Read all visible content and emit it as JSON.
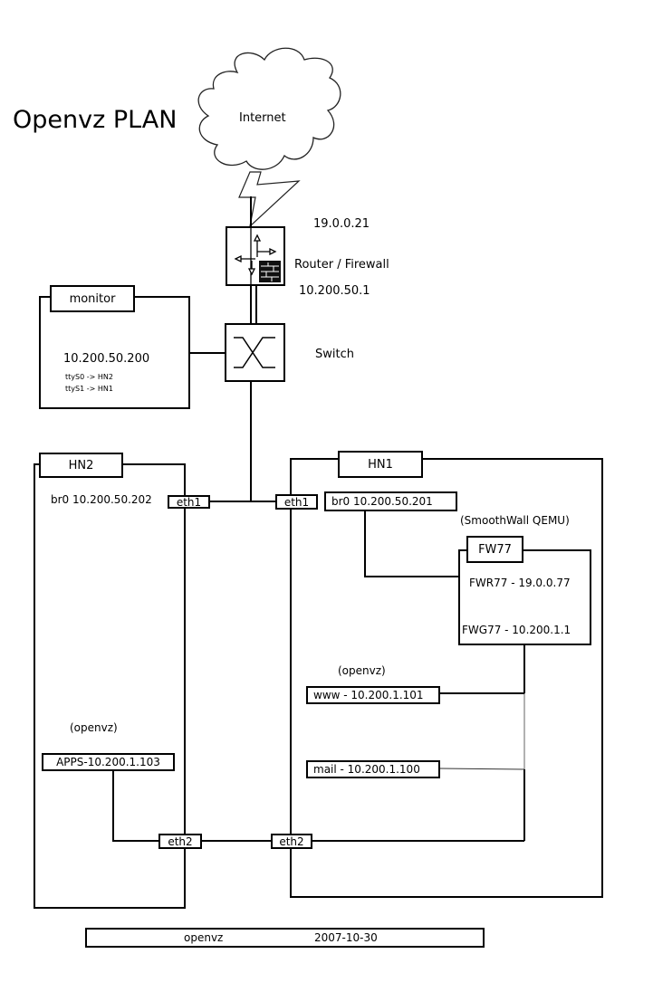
{
  "title": "Openvz PLAN",
  "internet": {
    "label": "Internet"
  },
  "router": {
    "label": "Router / Firewall",
    "wan_ip": "19.0.0.21",
    "lan_ip": "10.200.50.1",
    "icon": "router-firewall-icon"
  },
  "switch": {
    "label": "Switch",
    "icon": "switch-icon"
  },
  "monitor": {
    "label": "monitor",
    "ip": "10.200.50.200",
    "serial": [
      "ttyS0 -> HN2",
      "ttyS1 -> HN1"
    ]
  },
  "hn2": {
    "label": "HN2",
    "bridge": "br0 10.200.50.202",
    "eth1": "eth1",
    "eth2": "eth2",
    "openvz_label": "(openvz)",
    "containers": [
      "APPS-10.200.1.103"
    ]
  },
  "hn1": {
    "label": "HN1",
    "bridge": "br0 10.200.50.201",
    "eth1": "eth1",
    "eth2": "eth2",
    "qemu_label": "(SmoothWall QEMU)",
    "fw": {
      "label": "FW77",
      "red": "FWR77 - 19.0.0.77",
      "green": "FWG77 - 10.200.1.1"
    },
    "openvz_label": "(openvz)",
    "containers": [
      "www - 10.200.1.101",
      "mail - 10.200.1.100"
    ]
  },
  "footer": {
    "name": "openvz",
    "date": "2007-10-30"
  }
}
